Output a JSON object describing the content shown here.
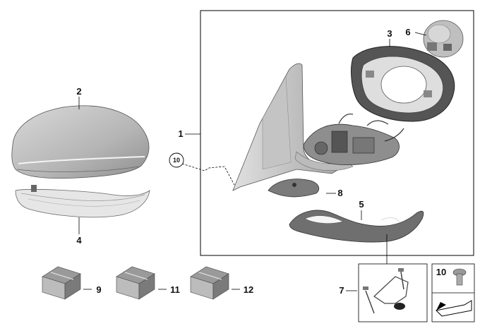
{
  "diagram": {
    "callouts": {
      "p1": "1",
      "p2": "2",
      "p3": "3",
      "p4": "4",
      "p5": "5",
      "p6": "6",
      "p7": "7",
      "p8": "8",
      "p9": "9",
      "p10_circle": "10",
      "p10_box": "10",
      "p11": "11",
      "p12": "12"
    },
    "parts": [
      {
        "id": "1",
        "name": "mirror-housing-assembly"
      },
      {
        "id": "2",
        "name": "mirror-cap"
      },
      {
        "id": "3",
        "name": "mirror-glass-frame"
      },
      {
        "id": "4",
        "name": "turn-signal-light"
      },
      {
        "id": "5",
        "name": "lower-trim"
      },
      {
        "id": "6",
        "name": "mirror-drive-motor"
      },
      {
        "id": "7",
        "name": "mounting-bracket-screws"
      },
      {
        "id": "8",
        "name": "base-gasket"
      },
      {
        "id": "9",
        "name": "kit-box"
      },
      {
        "id": "10",
        "name": "screw"
      },
      {
        "id": "11",
        "name": "kit-box"
      },
      {
        "id": "12",
        "name": "kit-box"
      }
    ],
    "colors": {
      "part_gray": "#c9c9c9",
      "part_dark": "#6b6b6b",
      "outline": "#000000"
    }
  }
}
